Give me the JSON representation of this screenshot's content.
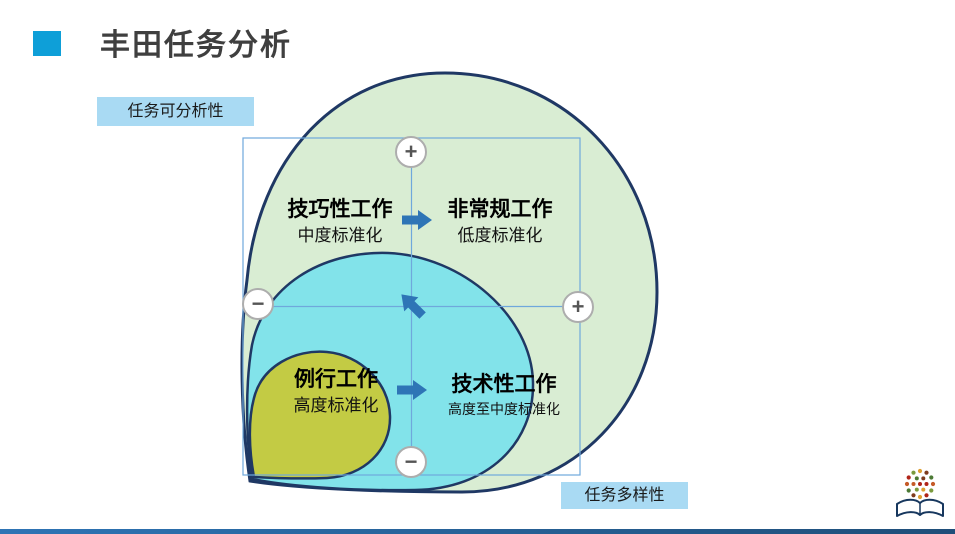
{
  "title": {
    "text": "丰田任务分析"
  },
  "tags": {
    "analyzability": "任务可分析性",
    "variety": "任务多样性"
  },
  "quadrants": {
    "skilled": {
      "title": "技巧性工作",
      "subtitle": "中度标准化"
    },
    "nonroutine": {
      "title": "非常规工作",
      "subtitle": "低度标准化"
    },
    "routine": {
      "title": "例行工作",
      "subtitle": "高度标准化"
    },
    "technical": {
      "title": "技术性工作",
      "subtitle": "高度至中度标准化"
    }
  },
  "axis_signs": {
    "top": "+",
    "left": "−",
    "right": "+",
    "bottom": "−"
  },
  "icons": {
    "title_bullet": "blue-square",
    "arrows": [
      "right-arrow",
      "right-arrow",
      "up-left-arrow"
    ],
    "logo": "open-book-with-dot-wreath"
  },
  "colors": {
    "accent": "#0E9FD8",
    "tag_background": "#A9DAF3",
    "outer_blob": "#D9EDD3",
    "middle_blob": "#82E3EA",
    "inner_blob": "#C3CB44",
    "blob_border": "#1F3864",
    "arrow": "#2E75B6",
    "grid_line": "#6FA8DC",
    "bottom_bar": "#2E74B5"
  }
}
